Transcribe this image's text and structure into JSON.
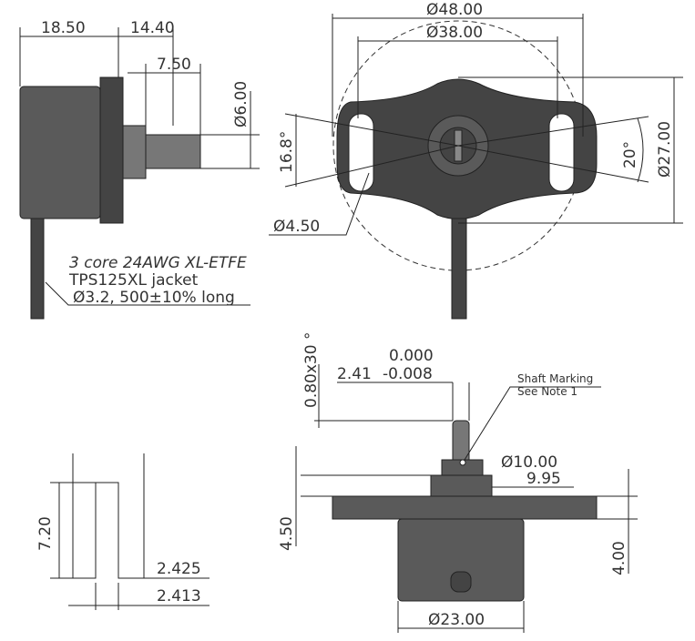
{
  "side_view": {
    "dim_body": "18.50",
    "dim_flange": "14.40",
    "dim_shaft": "7.50",
    "dim_shaft_dia": "Ø6.00",
    "cable_line1": "3 core 24AWG XL-ETFE",
    "cable_line2": "TPS125XL jacket",
    "cable_line3": "Ø3.2, 500±10% long"
  },
  "front_view": {
    "dim_outer_dia": "Ø48.00",
    "dim_slot_dia": "Ø38.00",
    "dim_height": "Ø27.00",
    "angle_right": "20°",
    "angle_left": "16.8°",
    "dim_hole": "Ø4.50"
  },
  "slot_detail": {
    "dim_depth": "7.20",
    "dim_width_max": "2.425",
    "dim_width_min": "2.413"
  },
  "bottom_view": {
    "chamfer": "0.80x30 °",
    "dim_offset": "2.41",
    "tol_upper": "0.000",
    "tol_lower": "-0.008",
    "note_line1": "Shaft Marking",
    "note_line2": "See Note 1",
    "dim_boss_max": "Ø10.00",
    "dim_boss_min": "9.95",
    "dim_left_height": "4.50",
    "dim_right_height": "4.00",
    "dim_body_dia": "Ø23.00"
  }
}
